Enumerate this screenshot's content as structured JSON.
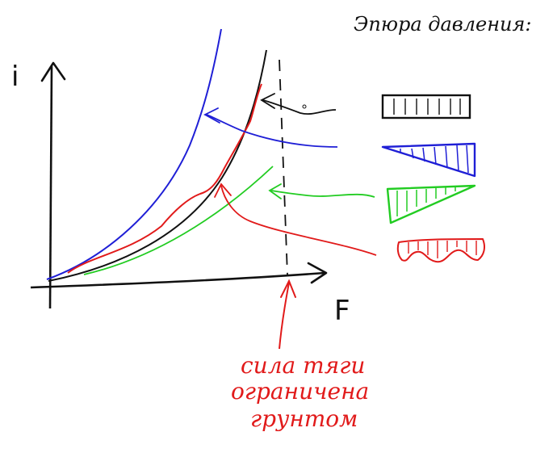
{
  "title": "Эпюра давления:",
  "axes": {
    "y_label": "i",
    "x_label": "F"
  },
  "annotation": {
    "lines": [
      "сила тяги",
      "ограничена",
      "грунтом"
    ]
  },
  "colors": {
    "black": "#111111",
    "blue": "#1f1fd6",
    "green": "#22cc22",
    "red": "#e11a1a"
  }
}
